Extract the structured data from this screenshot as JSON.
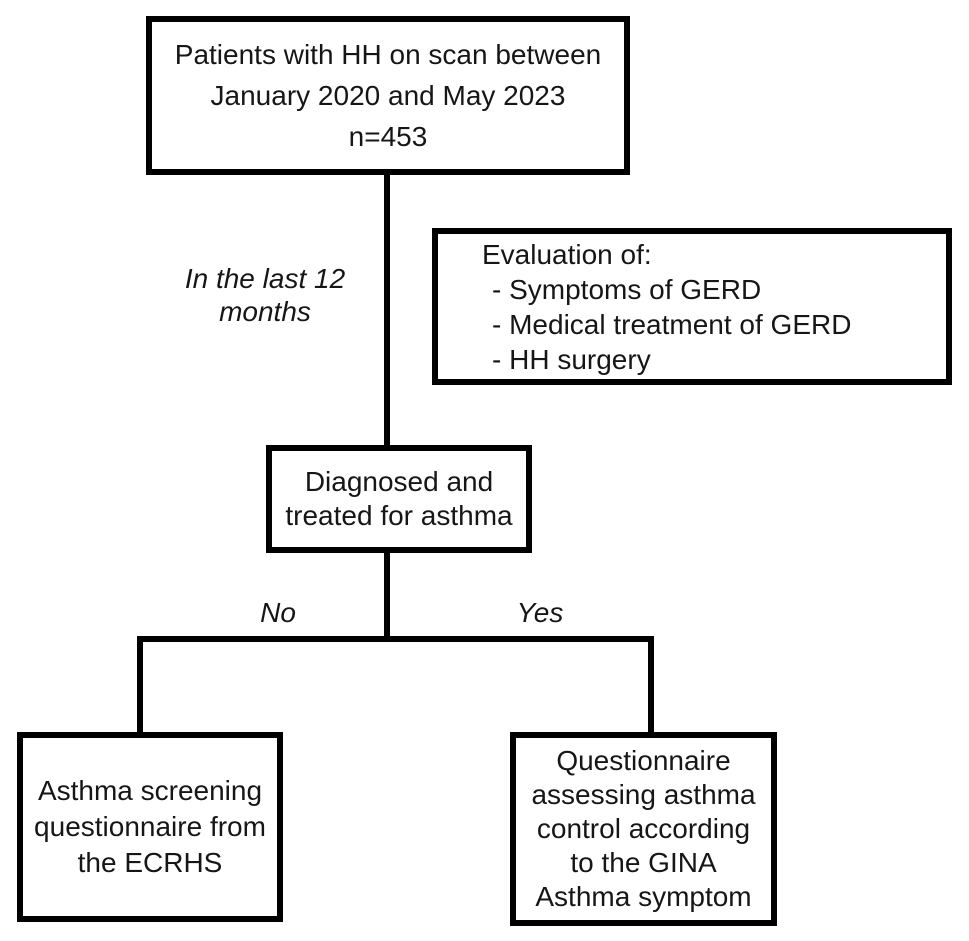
{
  "page": {
    "background_color": "#ffffff",
    "ink_color": "#000000"
  },
  "flowchart": {
    "top_box": {
      "lines": [
        "Patients with HH on scan between",
        "January 2020 and May 2023",
        "n=453"
      ]
    },
    "timeframe_label": {
      "lines": [
        "In the last 12",
        "months"
      ]
    },
    "evaluation_box": {
      "lines": [
        "Evaluation of:",
        "- Symptoms of GERD",
        "- Medical treatment of GERD",
        "- HH surgery"
      ]
    },
    "diagnosed_box": {
      "lines": [
        "Diagnosed and",
        "treated for asthma"
      ]
    },
    "branch_labels": {
      "no": "No",
      "yes": "Yes"
    },
    "no_outcome_box": {
      "lines": [
        "Asthma screening",
        "questionnaire from",
        "the ECRHS"
      ]
    },
    "yes_outcome_box": {
      "lines": [
        "Questionnaire",
        "assessing asthma",
        "control according",
        "to the GINA",
        "Asthma symptom"
      ]
    }
  }
}
